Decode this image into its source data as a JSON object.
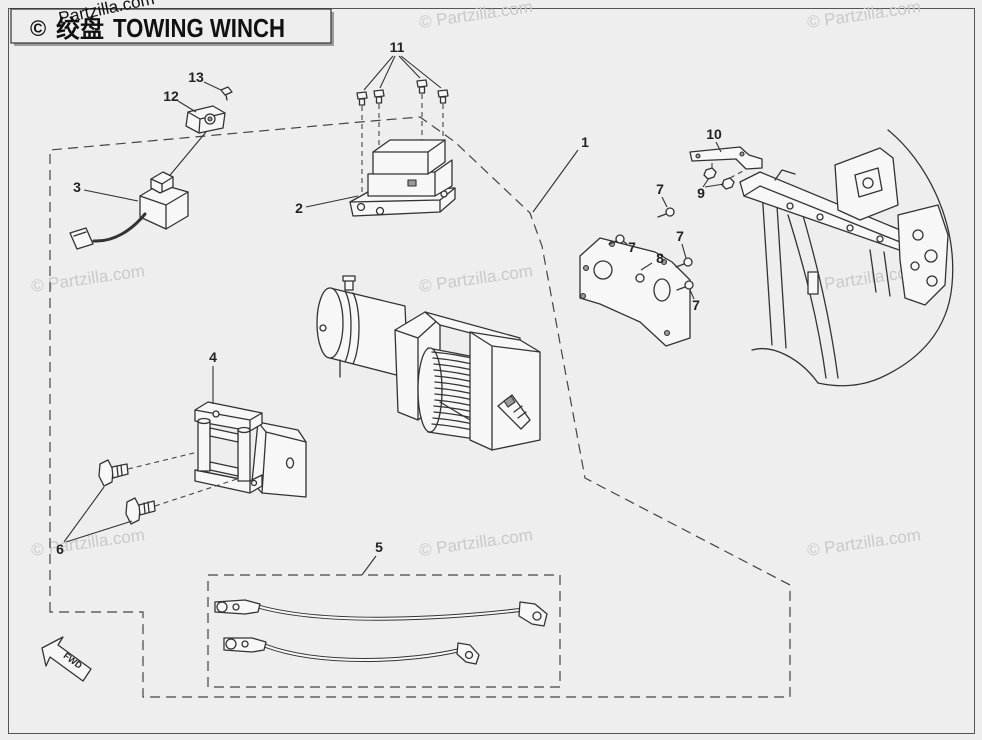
{
  "title": {
    "copyright": "©",
    "chinese": "绞盘",
    "english": "TOWING WINCH"
  },
  "overlay_text": "Partzilla.com",
  "watermark": "© Partzilla.com",
  "callouts": [
    "1",
    "2",
    "3",
    "4",
    "5",
    "6",
    "7",
    "8",
    "9",
    "10",
    "11",
    "12",
    "13"
  ],
  "fwd_label": "FWD",
  "colors": {
    "background": "#eeeeee",
    "line": "#333333",
    "watermark": "#c9c9c9"
  }
}
